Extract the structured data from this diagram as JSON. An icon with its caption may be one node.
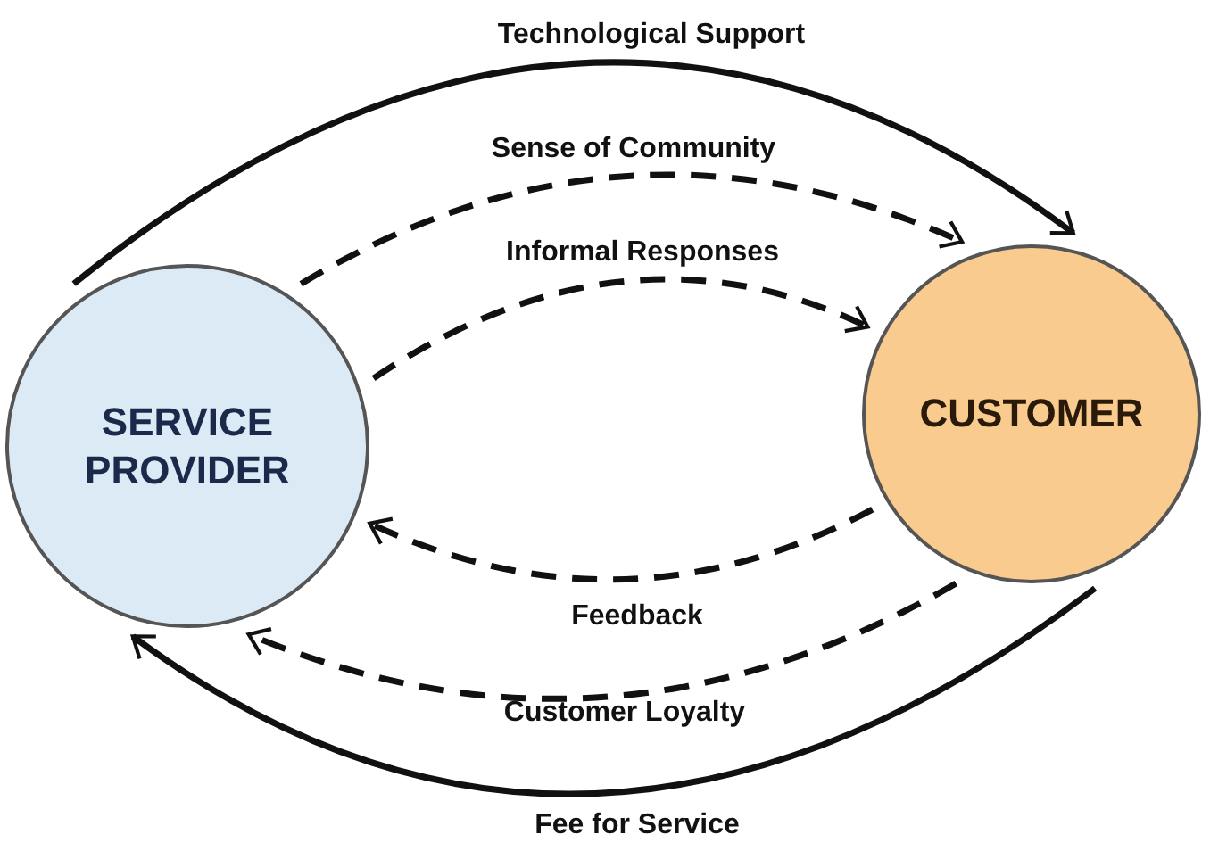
{
  "diagram": {
    "nodes": [
      {
        "text": [
          "SERVICE PROVIDER"
        ]
      },
      {
        "text": [
          "CUSTOMER"
        ]
      }
    ],
    "edges": [
      {
        "from": 0,
        "to": 1,
        "arrow": "to",
        "label": "Technological Support"
      },
      {
        "from": 0,
        "to": 1,
        "arrow": "to",
        "label": "Sense of Community",
        "style": "dashed"
      },
      {
        "from": 0,
        "to": 1,
        "arrow": "to",
        "label": "Informal Responses",
        "style": "dashed"
      },
      {
        "from": 1,
        "to": 0,
        "arrow": "to",
        "label": "Feedback",
        "style": "dashed"
      },
      {
        "from": 1,
        "to": 0,
        "arrow": "to",
        "label": "Customer Loyalty",
        "style": "dashed"
      },
      {
        "from": 1,
        "to": 0,
        "arrow": "to",
        "label": "Fee for Service"
      }
    ]
  }
}
